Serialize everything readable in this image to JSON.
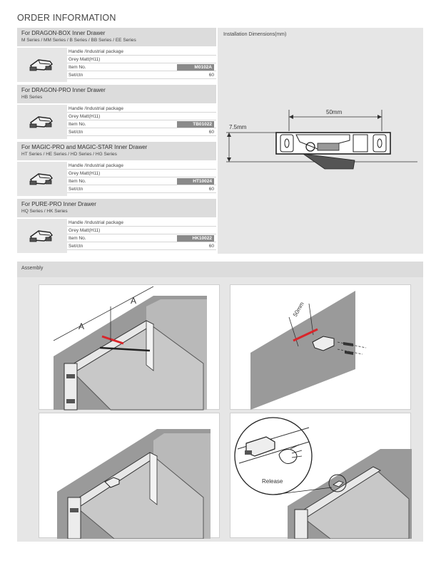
{
  "page_title": "ORDER INFORMATION",
  "products": [
    {
      "title": "For DRAGON-BOX Inner Drawer",
      "series": "M Series / MM Series / B Series / BB Series / EE Series",
      "package": "Handle /Industrial package",
      "finish": "Grey Matt(H11)",
      "item_label": "Item No.",
      "item_no": "M0102A",
      "set_label": "Set/ctn",
      "set_value": "60"
    },
    {
      "title": "For DRAGON-PRO Inner Drawer",
      "series": "HB Series",
      "package": "Handle /Industrial package",
      "finish": "Grey Matt(H11)",
      "item_label": "Item No.",
      "item_no": "TB01022",
      "set_label": "Set/ctn",
      "set_value": "60"
    },
    {
      "title": "For MAGIC-PRO and MAGIC-STAR Inner Drawer",
      "series": "HT Series / HE Series / HD Series / HG Series",
      "package": "Handle /Industrial package",
      "finish": "Grey Matt(H11)",
      "item_label": "Item No.",
      "item_no": "HT10024",
      "set_label": "Set/ctn",
      "set_value": "60"
    },
    {
      "title": "For PURE-PRO Inner Drawer",
      "series": "HQ Series / HK Series",
      "package": "Handle /Industrial package",
      "finish": "Grey Matt(H11)",
      "item_label": "Item No.",
      "item_no": "HK10022",
      "set_label": "Set/ctn",
      "set_value": "60"
    }
  ],
  "installation": {
    "title": "Installation Dimensions(mm)",
    "width_label": "50mm",
    "height_label": "7.5mm"
  },
  "assembly": {
    "title": "Assembly",
    "dim_a": "A",
    "dim_50": "50mm",
    "release_label": "Release"
  },
  "colors": {
    "panel_bg": "#e6e6e6",
    "header_bg": "#dcdcdc",
    "item_badge": "#8a8a8a",
    "marker_red": "#d9252a"
  }
}
